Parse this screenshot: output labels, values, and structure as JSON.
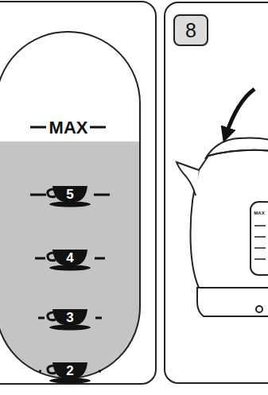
{
  "diagram": {
    "nodes": [
      {
        "text": [
          "8"
        ]
      }
    ],
    "labels": [
      "MAX",
      "5",
      "4",
      "3",
      "2",
      "MAX"
    ]
  }
}
